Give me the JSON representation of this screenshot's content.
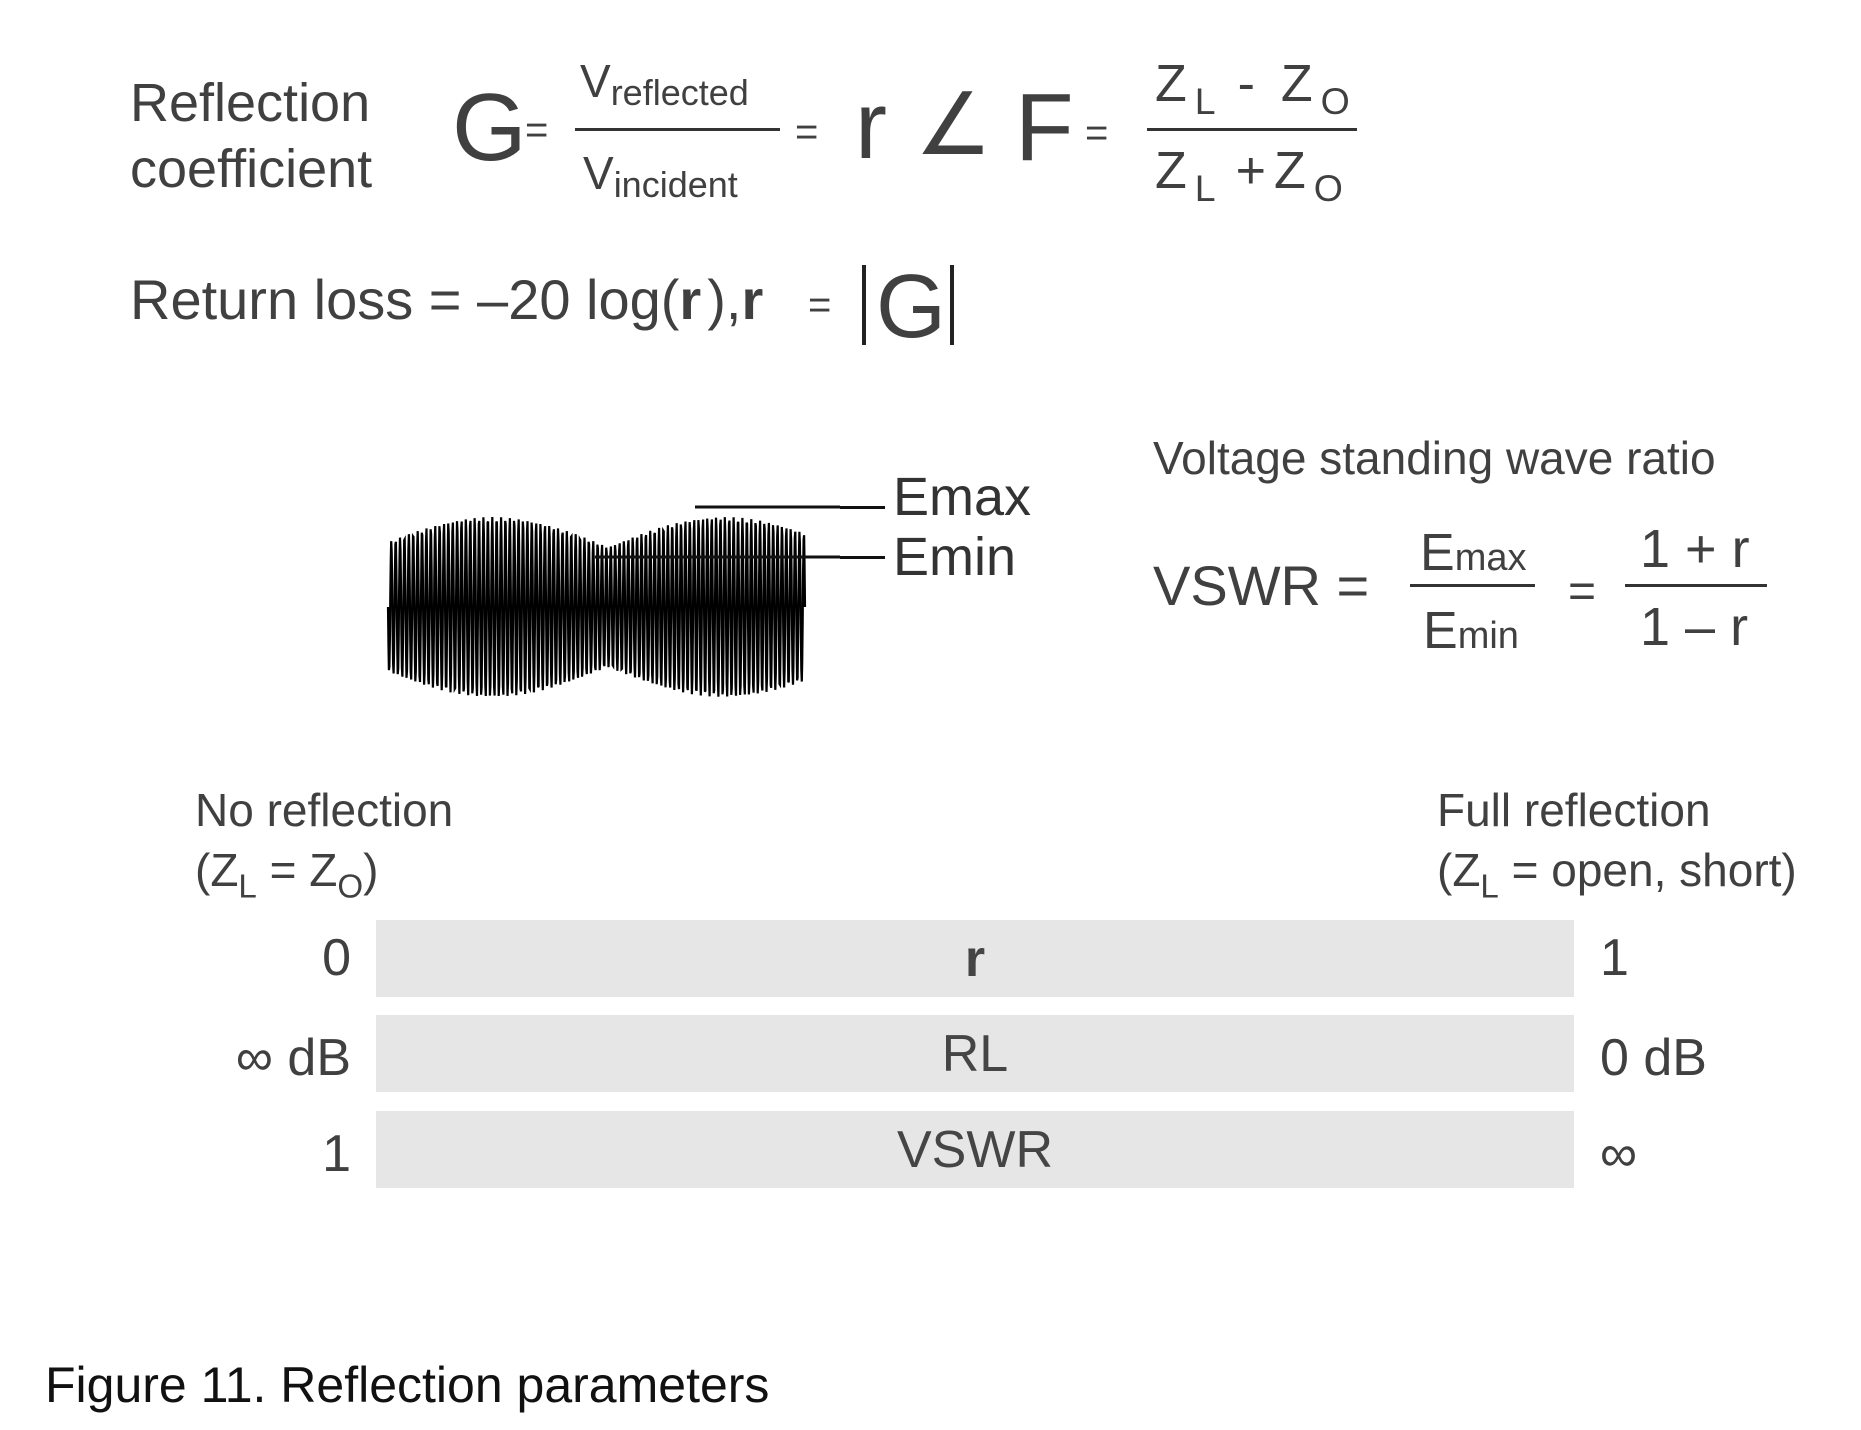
{
  "reflection": {
    "label_line1": "Reflection",
    "label_line2": "coefficient",
    "gamma": "G",
    "eq": "=",
    "v_sym": "V",
    "reflected": "reflected",
    "incident": "incident",
    "rho": "r",
    "angle": "∠",
    "phi": "F",
    "z": "Z",
    "sub_l": "L",
    "sub_o": "O",
    "minus": "-",
    "plus": "+"
  },
  "return_loss": {
    "text": "Return loss = –20 log(",
    "rho": "r",
    "close": "),",
    "rho2": "r",
    "eq": "=",
    "gamma": "G"
  },
  "waveform": {
    "emax": "Emax",
    "emin": "Emin"
  },
  "vswr": {
    "title": "Voltage standing wave ratio",
    "label": "VSWR =",
    "e": "E",
    "max": "max",
    "min": "min",
    "eq": "=",
    "num": "1 + r",
    "den": "1 – r"
  },
  "scale": {
    "left_title": "No reflection",
    "left_sub_open": "(Z",
    "left_sub_l": "L",
    "left_sub_mid": " = Z",
    "left_sub_o": "O",
    "left_sub_close": ")",
    "right_title": "Full reflection",
    "right_sub_open": "(Z",
    "right_sub_l": "L",
    "right_sub_rest": " = open, short)",
    "rows": [
      {
        "left": "0",
        "bar": "r",
        "right": "1"
      },
      {
        "left": "∞ dB",
        "bar": "RL",
        "right": "0 dB"
      },
      {
        "left": "1",
        "bar": "VSWR",
        "right": "∞"
      }
    ]
  },
  "caption": "Figure 11. Reflection parameters"
}
